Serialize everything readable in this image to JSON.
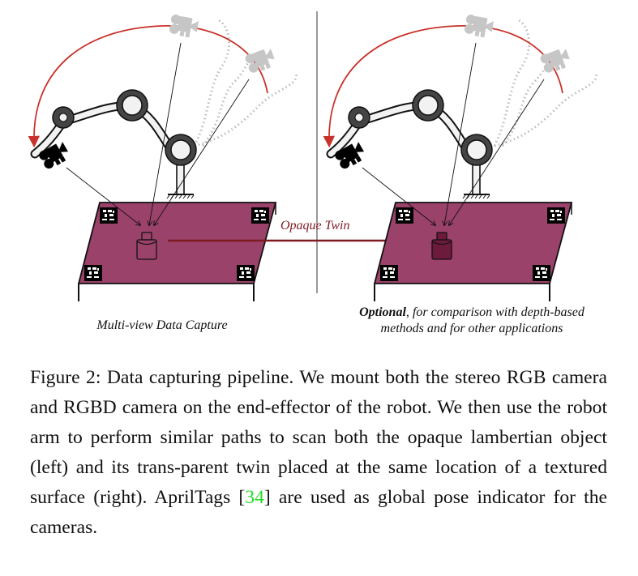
{
  "figure": {
    "left_panel": {
      "caption": "Multi-view Data Capture",
      "camera_poses": [
        "active-camera",
        "ghost-camera-top",
        "ghost-camera-right"
      ]
    },
    "right_panel": {
      "caption_bold": "Optional",
      "caption_rest_line1": ", for comparison with depth-based",
      "caption_line2": "methods and for other applications"
    },
    "transfer_arrow_label": "Opaque Twin",
    "colors": {
      "table_surface": "#9b426a",
      "trajectory_arc": "#c8322a",
      "twin_arrow": "#7d1a22",
      "transparent_object": "#6d1a3c",
      "ghost_camera": "#c6c6c6",
      "robot_joint": "#444444",
      "reference_link": "#22dd22"
    }
  },
  "caption": {
    "label": "Figure 2:",
    "text_before_ref": " Data capturing pipeline. We mount both the stereo RGB camera and RGBD camera on the end-effector of the robot. We then use the robot arm to perform similar paths to scan both the opaque lambertian object (left) and its trans-parent twin placed at the same location of a textured surface (right). AprilTags [",
    "ref": "34",
    "text_after_ref": "] are used as global pose indicator for the cameras."
  }
}
